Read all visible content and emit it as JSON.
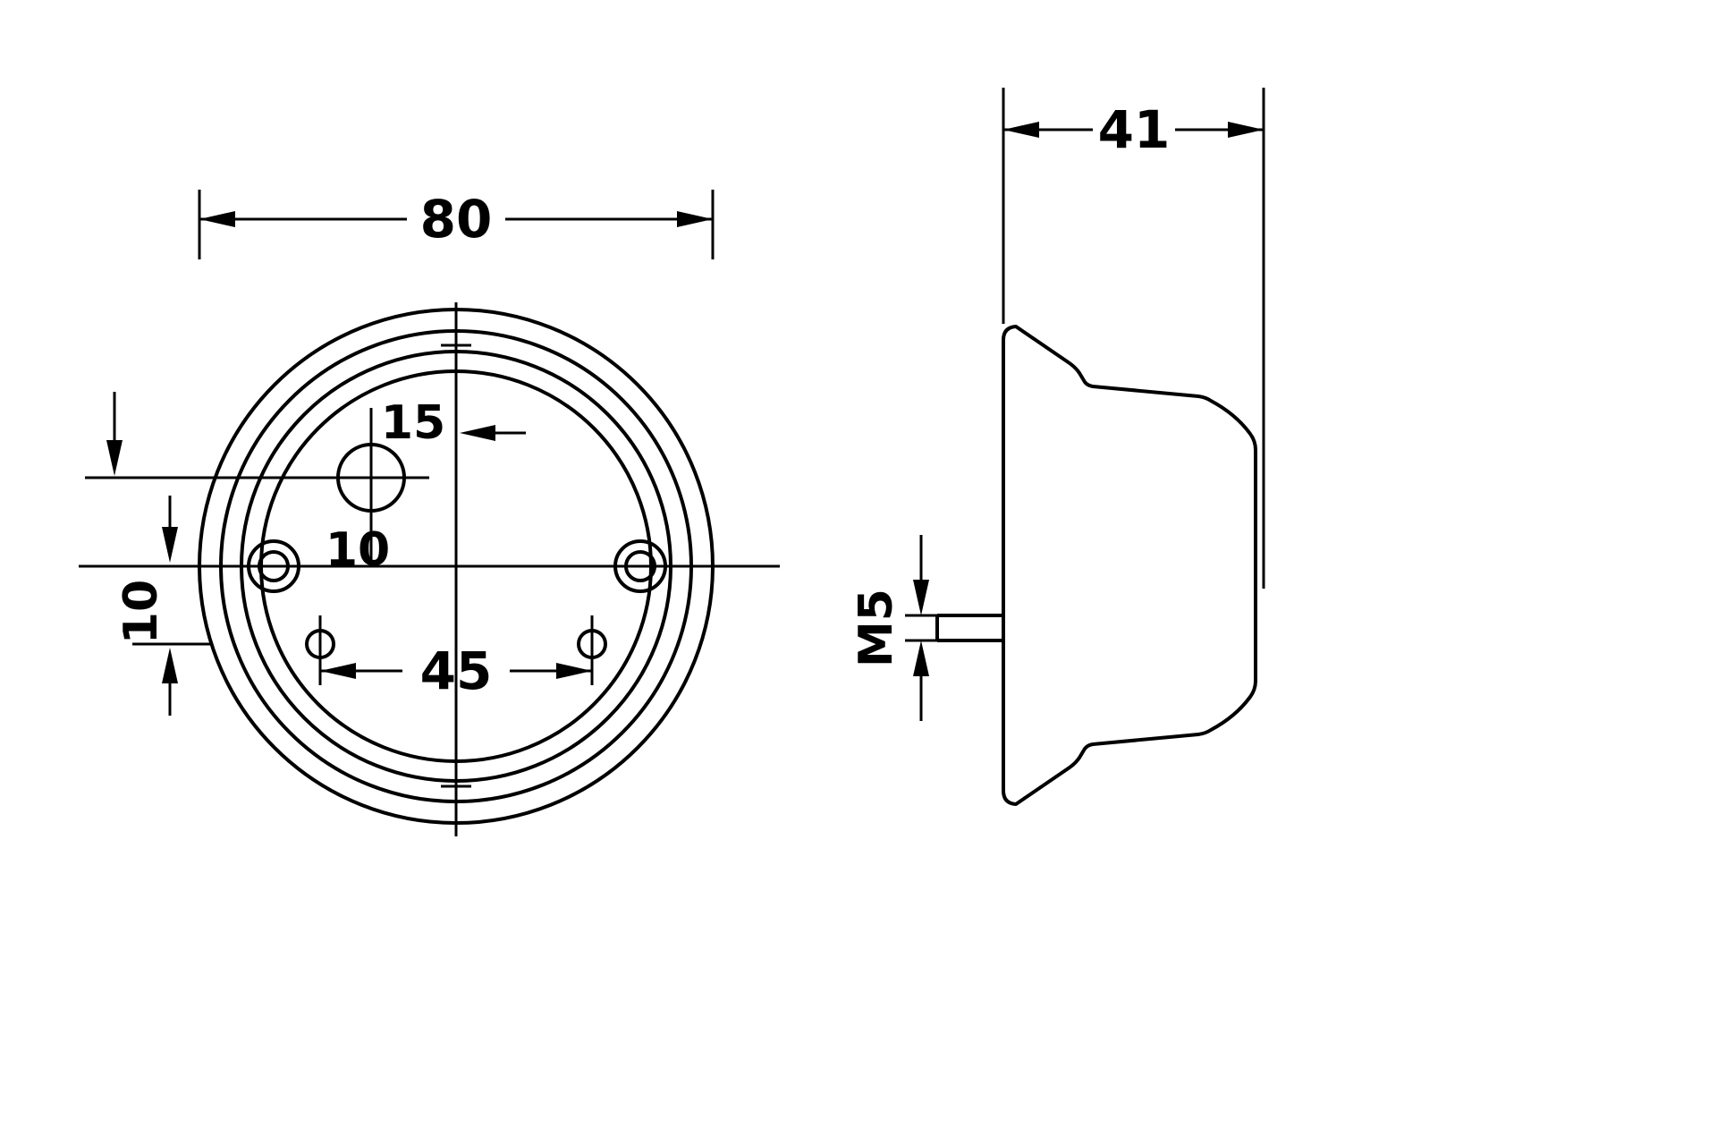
{
  "page": {
    "background_color": "#ffffff",
    "line_color": "#000000",
    "description": "technical-dimension-drawing-round-lamp"
  },
  "front_view": {
    "dims": {
      "outer_diameter": "80",
      "lamp_hole_offset": "15",
      "lamp_hole_diameter": "10",
      "vertical_offset": "10",
      "stud_spacing": "45"
    }
  },
  "side_view": {
    "dims": {
      "depth": "41",
      "stud_thread": "M5"
    }
  }
}
